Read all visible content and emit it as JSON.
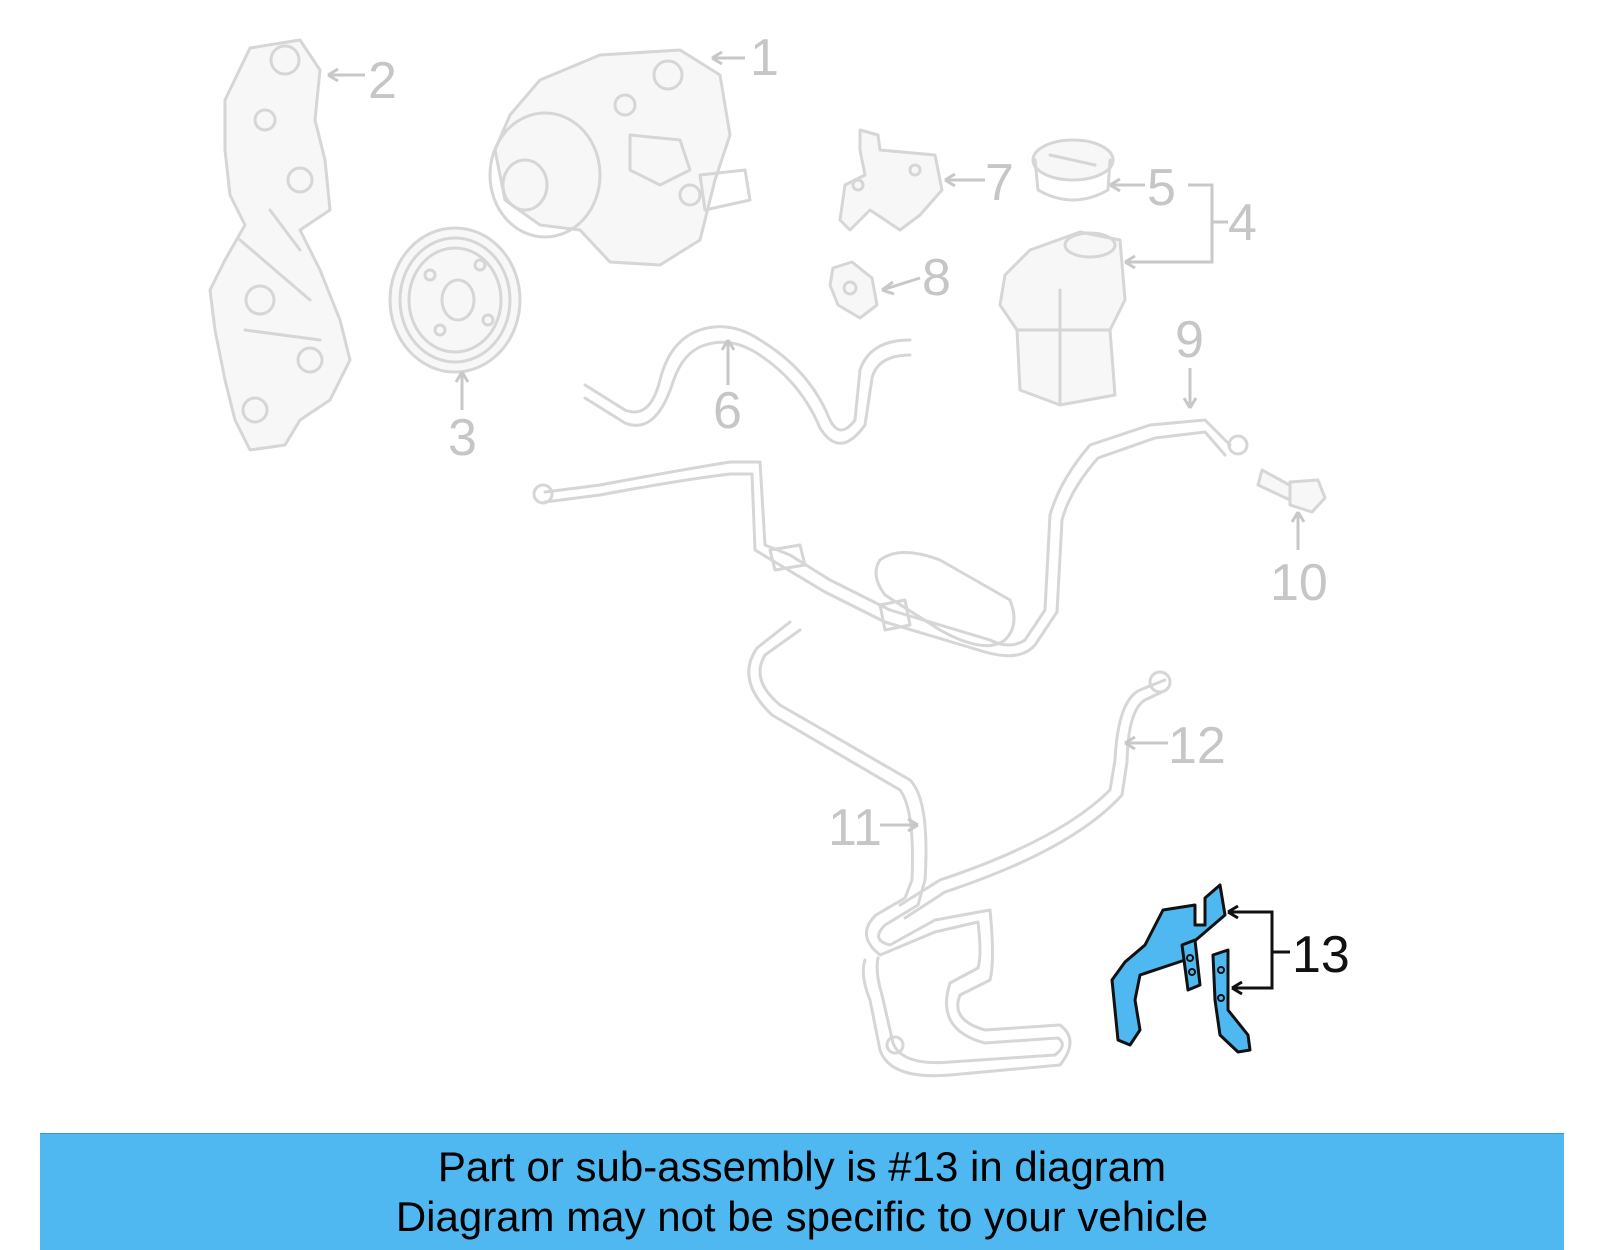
{
  "diagram": {
    "callouts": {
      "c1": "1",
      "c2": "2",
      "c3": "3",
      "c4": "4",
      "c5": "5",
      "c6": "6",
      "c7": "7",
      "c8": "8",
      "c9": "9",
      "c10": "10",
      "c11": "11",
      "c12": "12",
      "c13": "13"
    },
    "highlighted_part": "13",
    "highlight_color": "#4fb8f0",
    "ghost_color": "#d6d6d6"
  },
  "banner": {
    "line1": "Part or sub-assembly is #13 in diagram",
    "line2": "Diagram may not be specific to your vehicle",
    "background": "#4fb8f0"
  }
}
